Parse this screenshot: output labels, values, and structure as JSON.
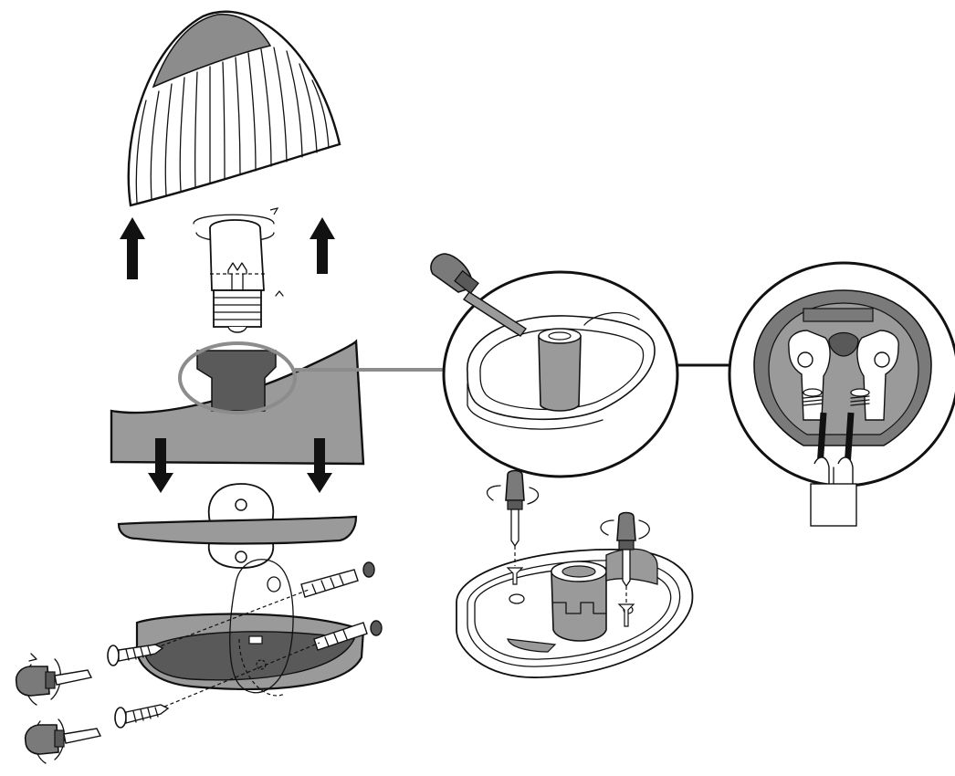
{
  "figure": {
    "kind": "exploded-assembly-illustration",
    "components": [
      "lamp-shade",
      "light-bulb",
      "lamp-base-cover",
      "mounting-plate",
      "wall-base",
      "lamp-socket",
      "terminal-block",
      "wires",
      "wall-plugs",
      "screws",
      "screwdriver"
    ]
  },
  "colors": {
    "outline": "#111111",
    "part_fill": "#9a9a9a",
    "dark_fill": "#595959",
    "mid_fill": "#7a7a7a",
    "highlight_ring": "#8c8c8c",
    "background": "#ffffff"
  }
}
